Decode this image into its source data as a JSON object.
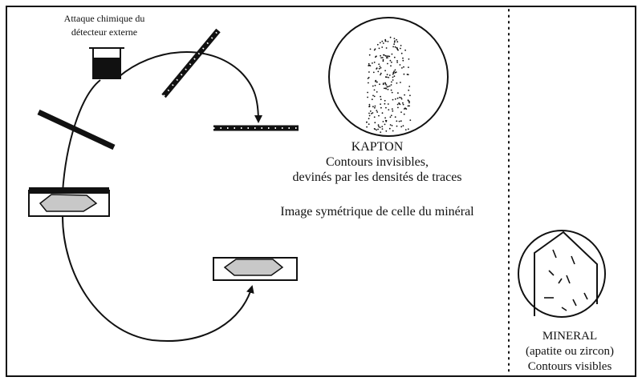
{
  "labels": {
    "etching_line1": "Attaque chimique du",
    "etching_line2": "détecteur externe",
    "kapton_title": "KAPTON",
    "kapton_line2": "Contours invisibles,",
    "kapton_line3": "devinés par les densités de traces",
    "image_note": "Image symétrique de celle du minéral",
    "mineral_title": "MINERAL",
    "mineral_line2": "(apatite ou zircon)",
    "mineral_line3": "Contours visibles"
  },
  "icons": {
    "beaker": "beaker-icon",
    "kapton_detector": "kapton-detector-icon",
    "mineral_sample": "mineral-sample-icon"
  },
  "colors": {
    "ink": "#111111",
    "crystal_fill": "#c8c8c8",
    "background": "#ffffff"
  }
}
